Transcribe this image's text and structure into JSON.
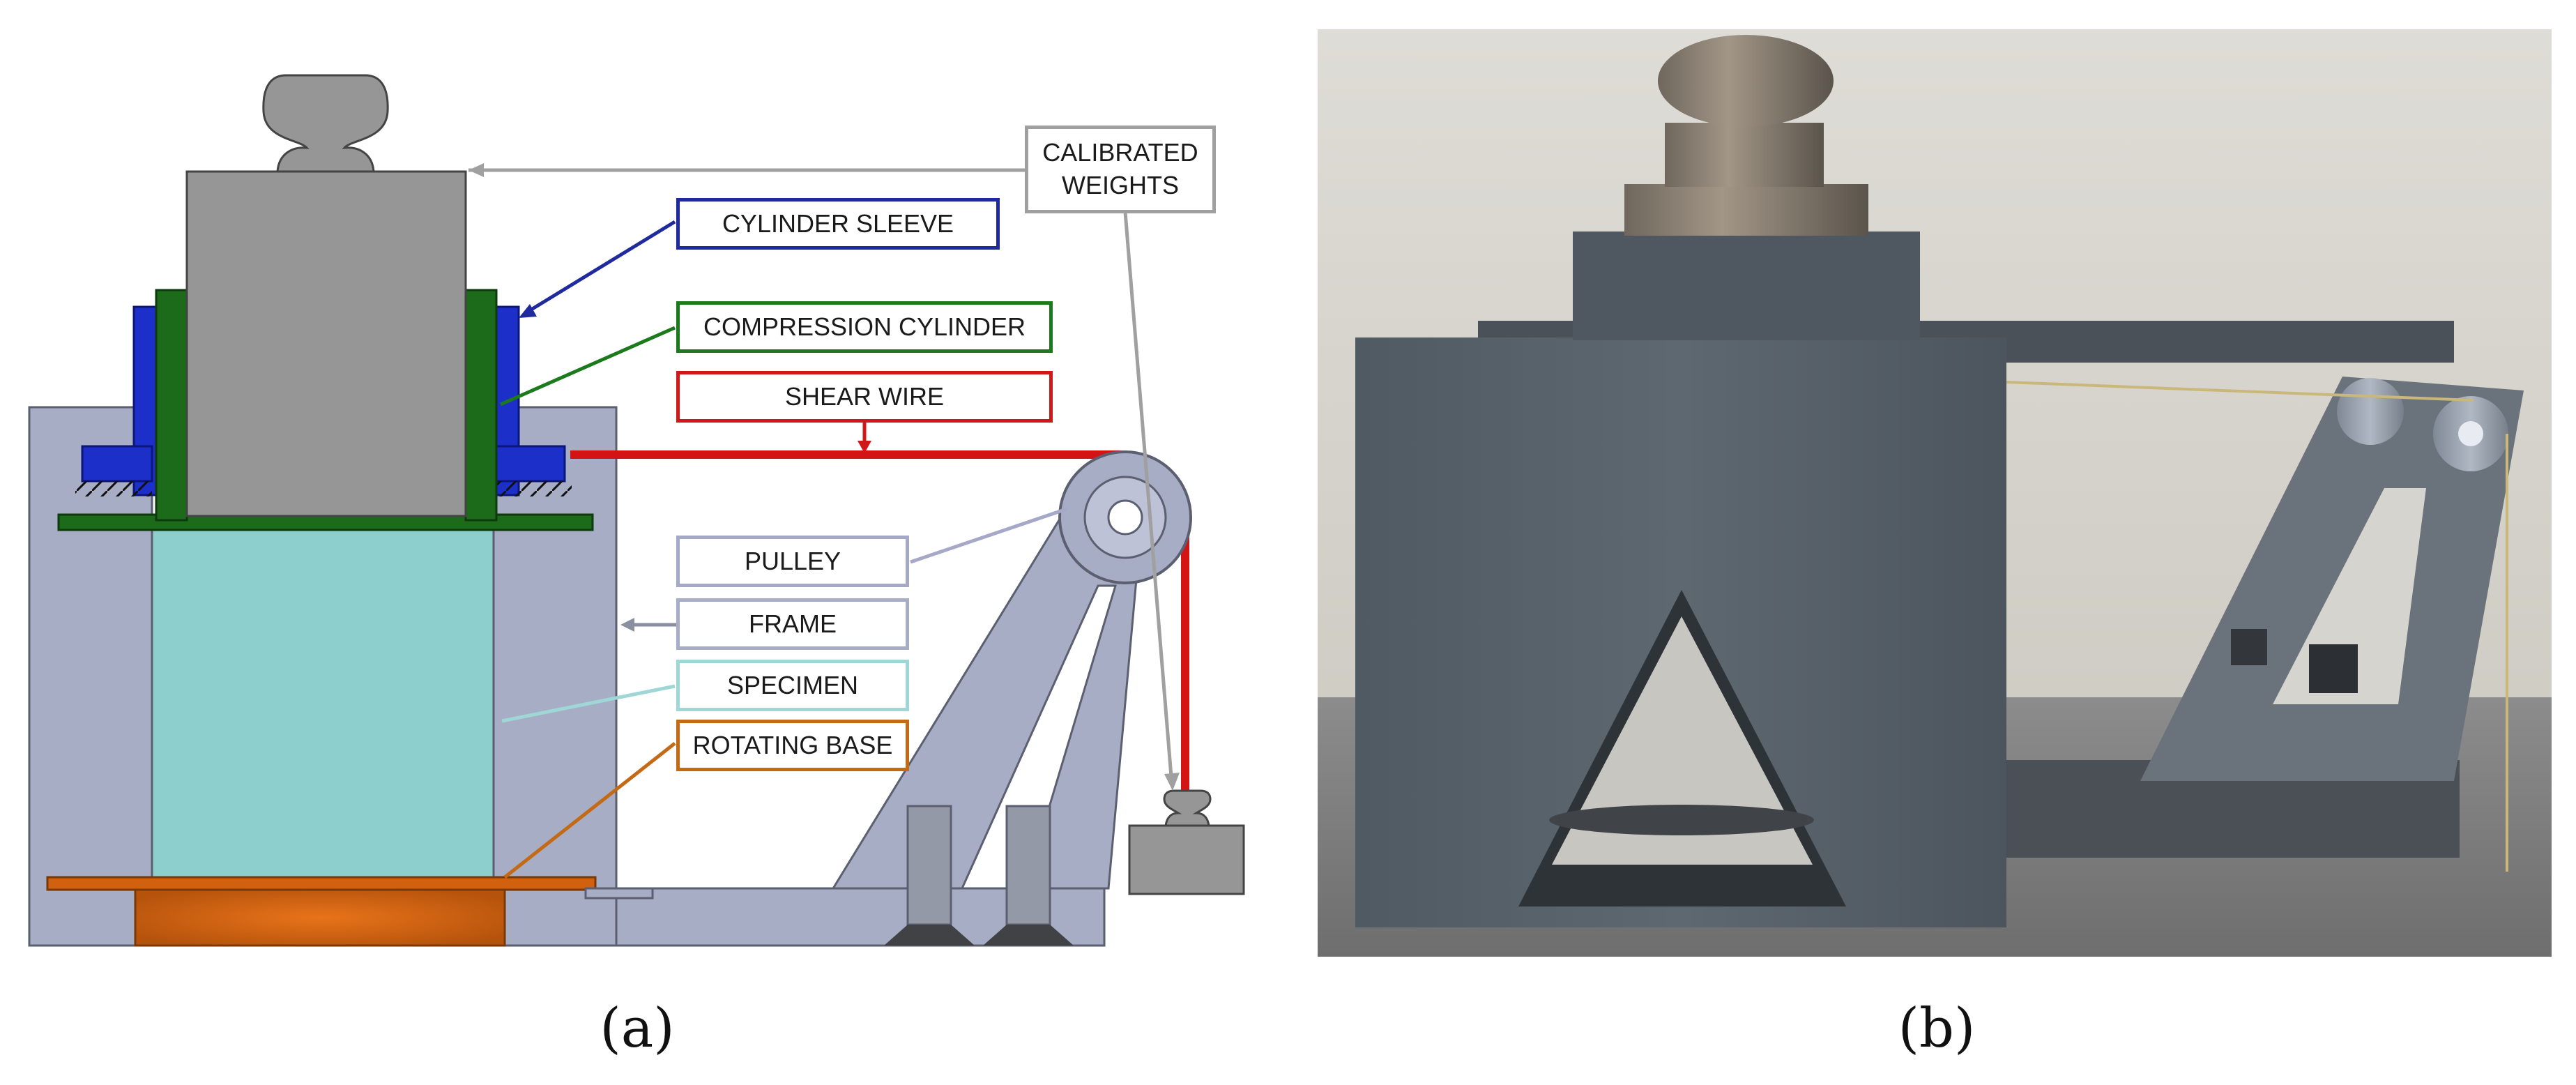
{
  "panels": {
    "a_label": "(a)",
    "b_label": "(b)"
  },
  "callouts": {
    "calibrated_weights": "CALIBRATED\nWEIGHTS",
    "cylinder_sleeve": "CYLINDER SLEEVE",
    "compression_cylinder": "COMPRESSION CYLINDER",
    "shear_wire": "SHEAR WIRE",
    "pulley": "PULLEY",
    "frame": "FRAME",
    "specimen": "SPECIMEN",
    "rotating_base": "ROTATING BASE"
  },
  "colors": {
    "frame": "#a7adc4",
    "weight": "#969696",
    "cylinder_sleeve": "#1d2fc9",
    "compression_cylinder": "#1b6b1b",
    "shear_wire": "#d41414",
    "specimen": "#8ccfcc",
    "rotating_base": "#d2610f",
    "callout_gray": "#a0a0a0",
    "callout_blue": "#1f2a9e",
    "callout_green": "#1b7a1b",
    "callout_red": "#d01818",
    "callout_lightblue": "#9fd6d6",
    "callout_orange": "#c46a14"
  }
}
